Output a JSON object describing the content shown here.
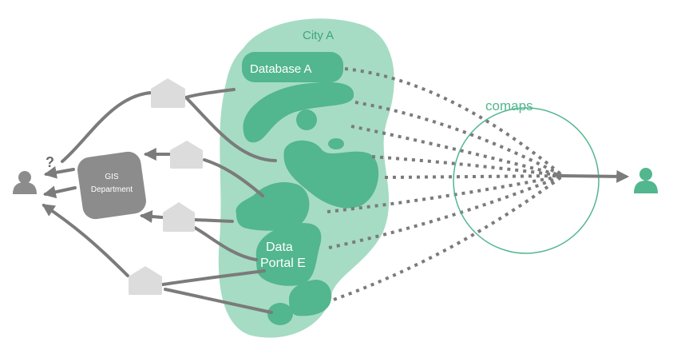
{
  "labels": {
    "city": "City A",
    "database": "Database A",
    "portal_line1": "Data",
    "portal_line2": "Portal E",
    "gis_line1": "GIS",
    "gis_line2": "Department",
    "comaps": "comaps",
    "question": "?"
  },
  "icons": {
    "user_left": "person-icon",
    "user_right": "person-icon",
    "house": "house-icon"
  },
  "colors": {
    "city_fill": "#a6dcc4",
    "blob_fill": "#52b68e",
    "comaps_stroke": "#52b68e",
    "comaps_text": "#52b68e",
    "arrow_gray": "#7b7b7b",
    "house_fill": "#dcdcdc",
    "gis_fill": "#8c8c8c",
    "user_left": "#8c8c8c",
    "user_right": "#52b68e"
  }
}
